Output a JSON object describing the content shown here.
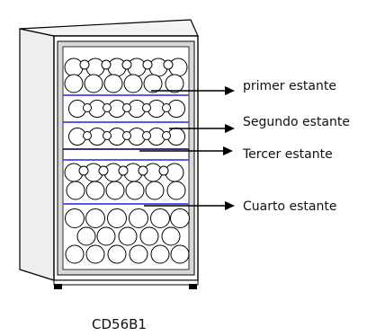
{
  "shelves": [
    {
      "label": "primer estante"
    },
    {
      "label": "Segundo estante"
    },
    {
      "label": "Tercer estante"
    },
    {
      "label": "Cuarto estante"
    }
  ],
  "model": "CD56B1",
  "colors": {
    "outline": "#000000",
    "cabinet_side": "#e9e9e9",
    "door_frame": "#d0d0d0",
    "shelf_line": "#5a5ae6"
  }
}
